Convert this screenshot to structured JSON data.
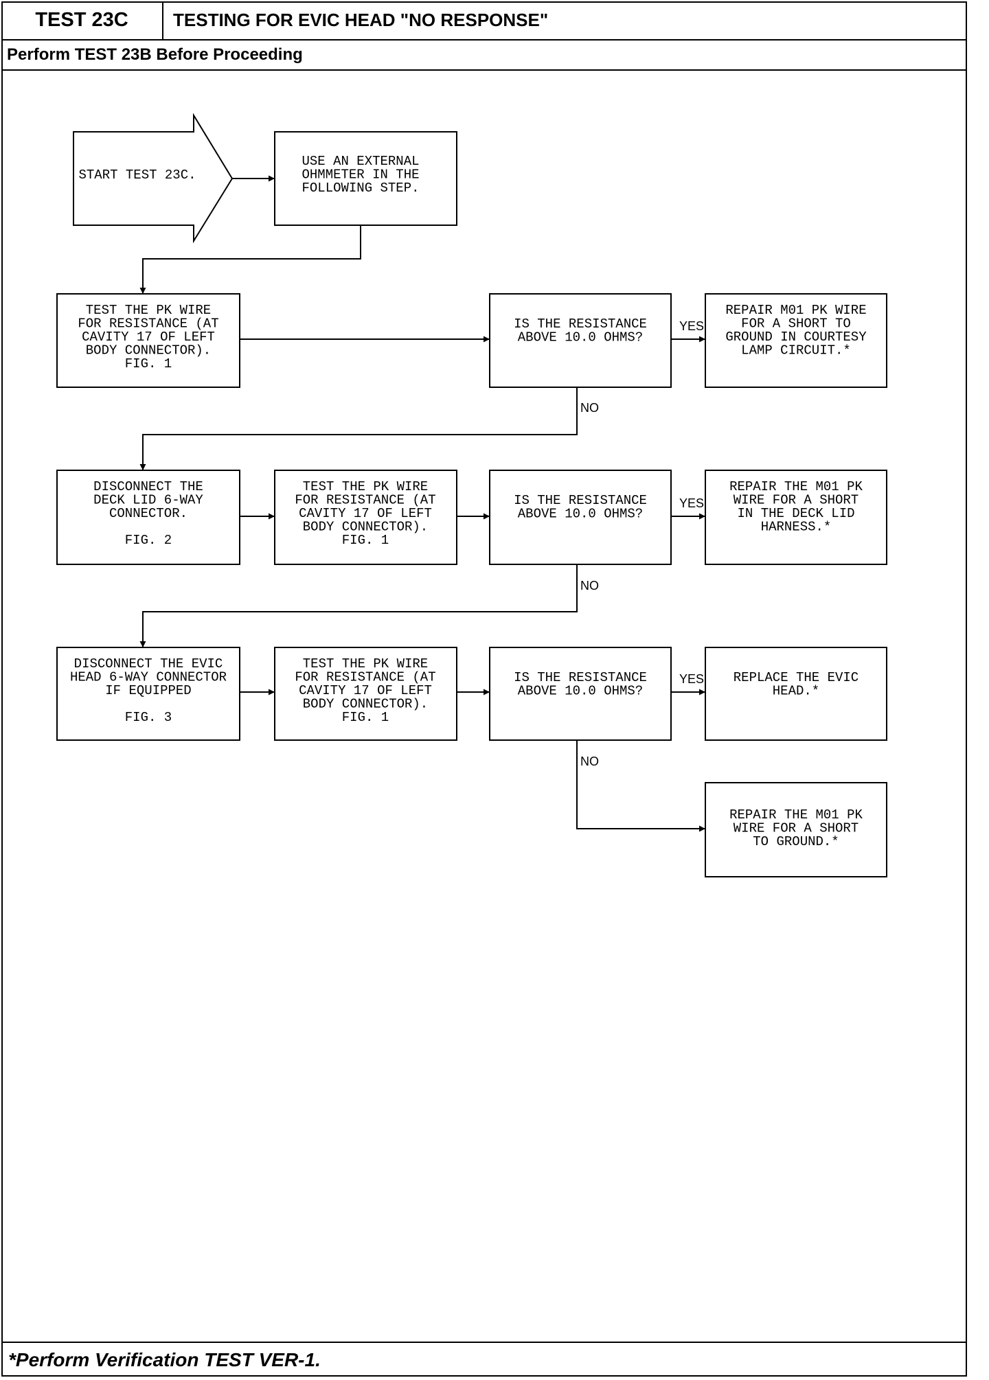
{
  "header": {
    "test_id": "TEST 23C",
    "test_title": "TESTING FOR EVIC HEAD \"NO RESPONSE\"",
    "prerequisite": "Perform TEST 23B Before Proceeding"
  },
  "flowchart": {
    "start": [
      "START TEST 23C."
    ],
    "step_ohmmeter": [
      "USE AN EXTERNAL",
      "OHMMETER IN THE",
      "FOLLOWING STEP."
    ],
    "step_test_pk_1": [
      "TEST THE PK WIRE",
      "FOR RESISTANCE (AT",
      "CAVITY 17 OF LEFT",
      "BODY CONNECTOR).",
      "FIG. 1"
    ],
    "decision_1": [
      "IS THE RESISTANCE",
      "ABOVE 10.0 OHMS?"
    ],
    "repair_1": [
      "REPAIR M01 PK WIRE",
      "FOR A SHORT TO",
      "GROUND IN COURTESY",
      "LAMP CIRCUIT.*"
    ],
    "step_disconnect_deck": [
      "DISCONNECT THE",
      "DECK LID 6-WAY",
      "CONNECTOR.",
      "",
      "FIG. 2"
    ],
    "step_test_pk_2": [
      "TEST THE PK WIRE",
      "FOR RESISTANCE (AT",
      "CAVITY 17 OF LEFT",
      "BODY CONNECTOR).",
      "FIG. 1"
    ],
    "decision_2": [
      "IS THE RESISTANCE",
      "ABOVE 10.0 OHMS?"
    ],
    "repair_2": [
      "REPAIR THE M01 PK",
      "WIRE FOR A SHORT",
      "IN THE DECK LID",
      "HARNESS.*"
    ],
    "step_disconnect_evic": [
      "DISCONNECT THE EVIC",
      "HEAD 6-WAY CONNECTOR",
      "IF EQUIPPED",
      "",
      "FIG. 3"
    ],
    "step_test_pk_3": [
      "TEST THE PK WIRE",
      "FOR RESISTANCE (AT",
      "CAVITY 17 OF LEFT",
      "BODY CONNECTOR).",
      "FIG. 1"
    ],
    "decision_3": [
      "IS THE RESISTANCE",
      "ABOVE 10.0 OHMS?"
    ],
    "replace_evic": [
      "REPLACE THE EVIC",
      "HEAD.*"
    ],
    "repair_3": [
      "REPAIR THE M01 PK",
      "WIRE FOR A SHORT",
      "TO GROUND.*"
    ],
    "yes_label": "YES",
    "no_label": "NO"
  },
  "footer": {
    "note": "*Perform Verification TEST VER-1."
  }
}
